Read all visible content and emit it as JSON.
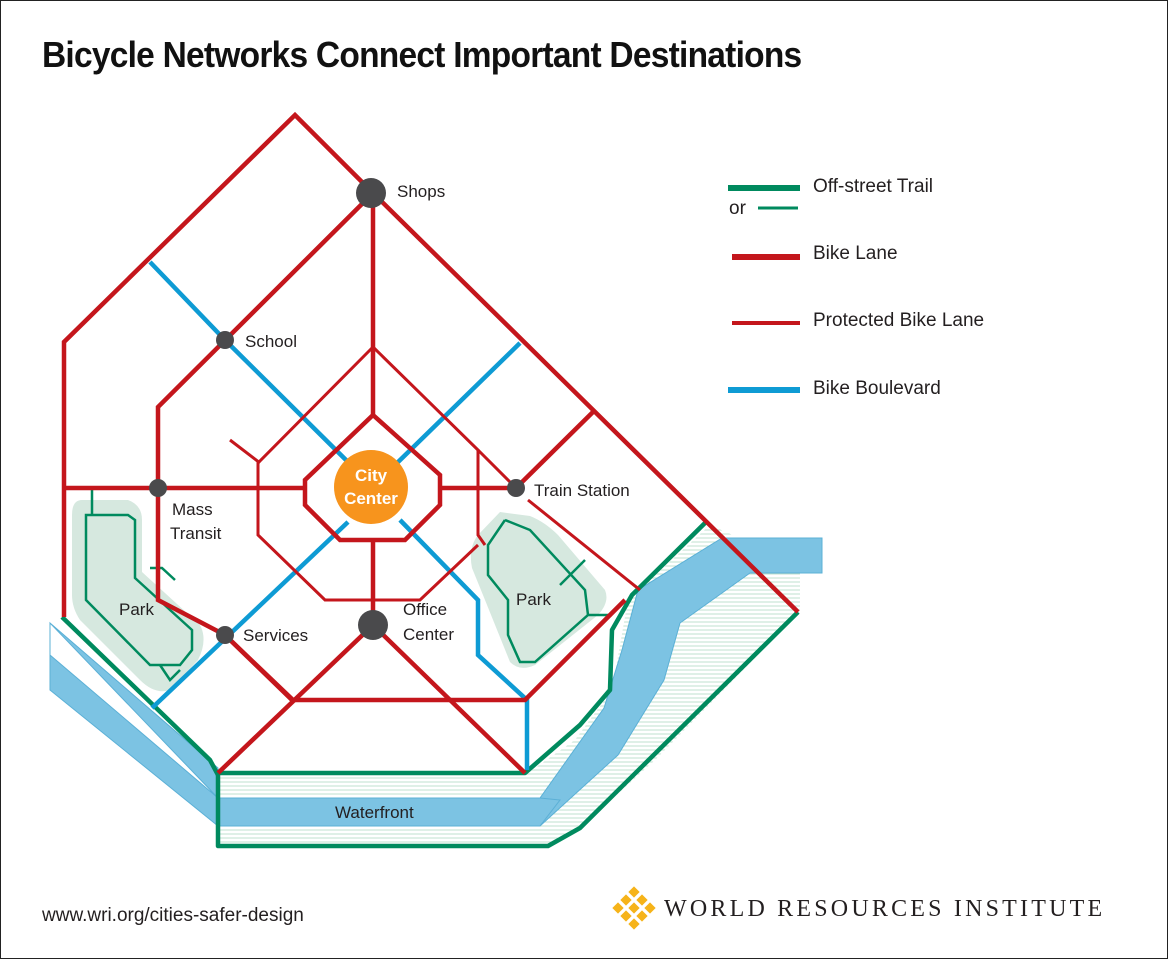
{
  "title": "Bicycle Networks Connect Important Destinations",
  "nodes": {
    "shops": "Shops",
    "school": "School",
    "mass_transit_1": "Mass",
    "mass_transit_2": "Transit",
    "train_station": "Train Station",
    "services": "Services",
    "office_center_1": "Office",
    "office_center_2": "Center",
    "city_center_1": "City",
    "city_center_2": "Center",
    "park_west": "Park",
    "park_east": "Park",
    "waterfront": "Waterfront"
  },
  "legend": {
    "off_street_trail": "Off-street Trail",
    "or": "or",
    "bike_lane": "Bike Lane",
    "protected_bike_lane": "Protected Bike Lane",
    "bike_boulevard": "Bike Boulevard"
  },
  "footer": {
    "url": "www.wri.org/cities-safer-design",
    "org": "WORLD RESOURCES INSTITUTE"
  },
  "colors": {
    "bike_lane": "#c4161c",
    "bike_boulevard": "#0e9bd4",
    "off_street_trail": "#008a5e",
    "water": "#7cc3e3",
    "park": "#d6e8df",
    "node": "#4a4a4c",
    "city_center": "#f7941d",
    "logo": "#f6b319"
  }
}
